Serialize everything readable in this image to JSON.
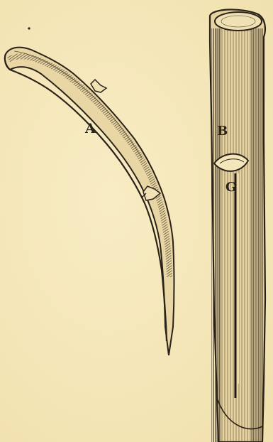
{
  "figure": {
    "labels": {
      "a": "A",
      "b": "B",
      "g": "G"
    },
    "colors": {
      "paper": "#f6e9bd",
      "ink": "#2a2218"
    }
  }
}
